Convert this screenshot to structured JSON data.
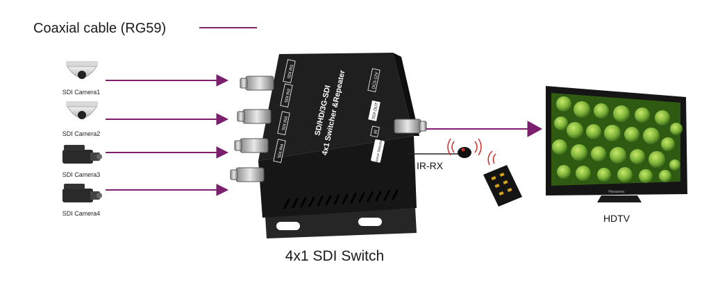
{
  "legend": {
    "label": "Coaxial cable (RG59)",
    "line_color": "#7b1f6e"
  },
  "cameras": [
    {
      "label": "SDI Camera1",
      "kind": "dome-camera-icon"
    },
    {
      "label": "SDI Camera2",
      "kind": "dome-camera-icon"
    },
    {
      "label": "SDI Camera3",
      "kind": "camcorder-icon"
    },
    {
      "label": "SDI Camera4",
      "kind": "camcorder-icon"
    }
  ],
  "switch": {
    "caption": "4x1 SDI Switch",
    "panel_title_1": "SD/HD/3G-SDI",
    "panel_title_2": "4x1 Switcher &Repeater",
    "inputs": [
      "SDI IN1",
      "SDI IN2",
      "SDI IN3",
      "SDI IN4"
    ],
    "out_label": "SDI OUT",
    "power_label": "DC5-12V",
    "ir_label": "IR",
    "select_label": "Source Selection"
  },
  "ir": {
    "label": "IR-RX"
  },
  "tv": {
    "label": "HDTV",
    "brand": "Panasonic"
  },
  "colors": {
    "accent": "#7b1f6e",
    "device": "#1c1c1c",
    "tv_frame": "#151515"
  }
}
